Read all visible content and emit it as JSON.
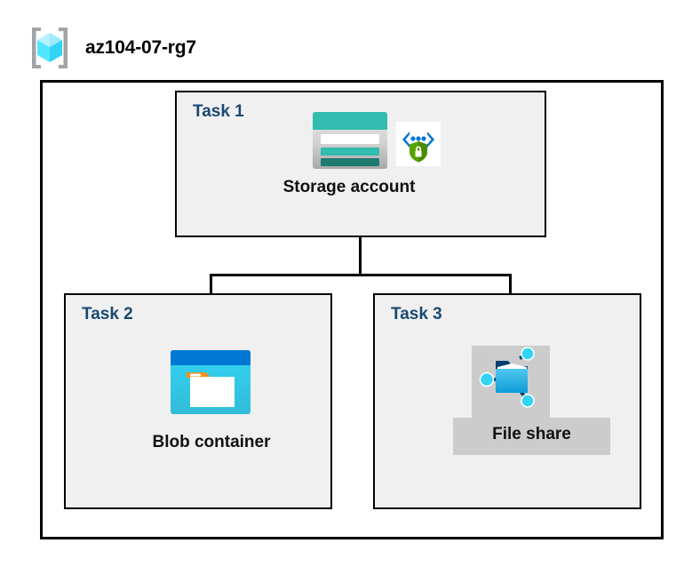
{
  "title": {
    "text": "az104-07-rg7",
    "icon": "resource-group-icon"
  },
  "diagram": {
    "type": "azure-architecture",
    "container": "resource-group",
    "tasks": [
      {
        "label": "Task 1",
        "node_label": "Storage account",
        "icons": [
          "storage-account-icon",
          "secure-endpoint-shield-icon"
        ]
      },
      {
        "label": "Task 2",
        "node_label": "Blob container",
        "icons": [
          "blob-container-icon"
        ]
      },
      {
        "label": "Task 3",
        "node_label": "File share",
        "icons": [
          "file-share-icon"
        ]
      }
    ]
  },
  "colors": {
    "task_label": "#1a4971",
    "task_fill": "#f0f0f0",
    "border": "#000000",
    "storage_teal": "#32bcad",
    "storage_dark_teal": "#1f7a70",
    "blob_blue": "#0078d4",
    "blob_cyan": "#32c8f0",
    "fileshare_blue": "#32b4e6",
    "shield_green": "#57a300",
    "cube_cyan": "#50e6ff",
    "highlight_gray": "#cccccc"
  }
}
